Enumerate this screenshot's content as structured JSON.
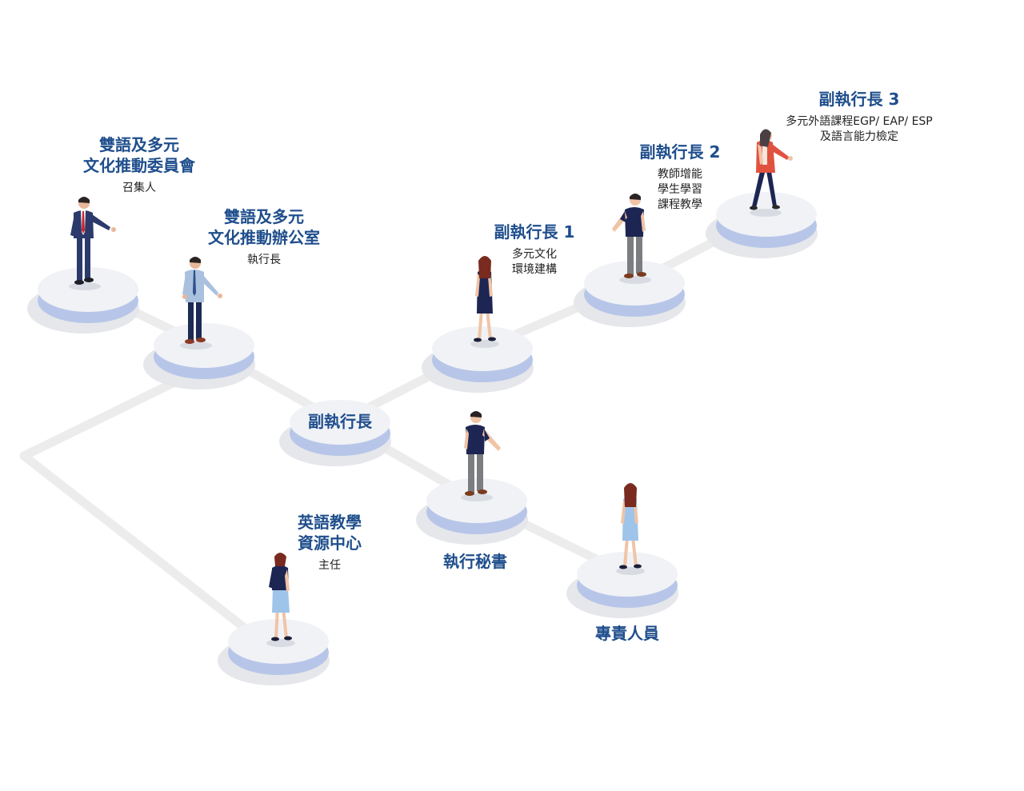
{
  "colors": {
    "title": "#1f4e8c",
    "text": "#222222",
    "line": "#ececec",
    "platform_top": "#f1f2f6",
    "platform_rim": "#b7c6e8",
    "shadow": "#e6e7eb"
  },
  "nodes": {
    "committee": {
      "title_line1": "雙語及多元",
      "title_line2": "文化推動委員會",
      "role": "召集人"
    },
    "office": {
      "title_line1": "雙語及多元",
      "title_line2": "文化推動辦公室",
      "role": "執行長"
    },
    "deputy_center": {
      "title": "副執行長"
    },
    "deputy1": {
      "title": "副執行長 1",
      "duty_line1": "多元文化",
      "duty_line2": "環境建構"
    },
    "deputy2": {
      "title": "副執行長 2",
      "duty_line1": "教師增能",
      "duty_line2": "學生學習",
      "duty_line3": "課程教學"
    },
    "deputy3": {
      "title": "副執行長 3",
      "duty_line1": "多元外語課程EGP/ EAP/ ESP",
      "duty_line2": "及語言能力檢定"
    },
    "secretary": {
      "title": "執行秘書"
    },
    "staff": {
      "title": "專責人員"
    },
    "english_center": {
      "title_line1": "英語教學",
      "title_line2": "資源中心",
      "role": "主任"
    }
  }
}
